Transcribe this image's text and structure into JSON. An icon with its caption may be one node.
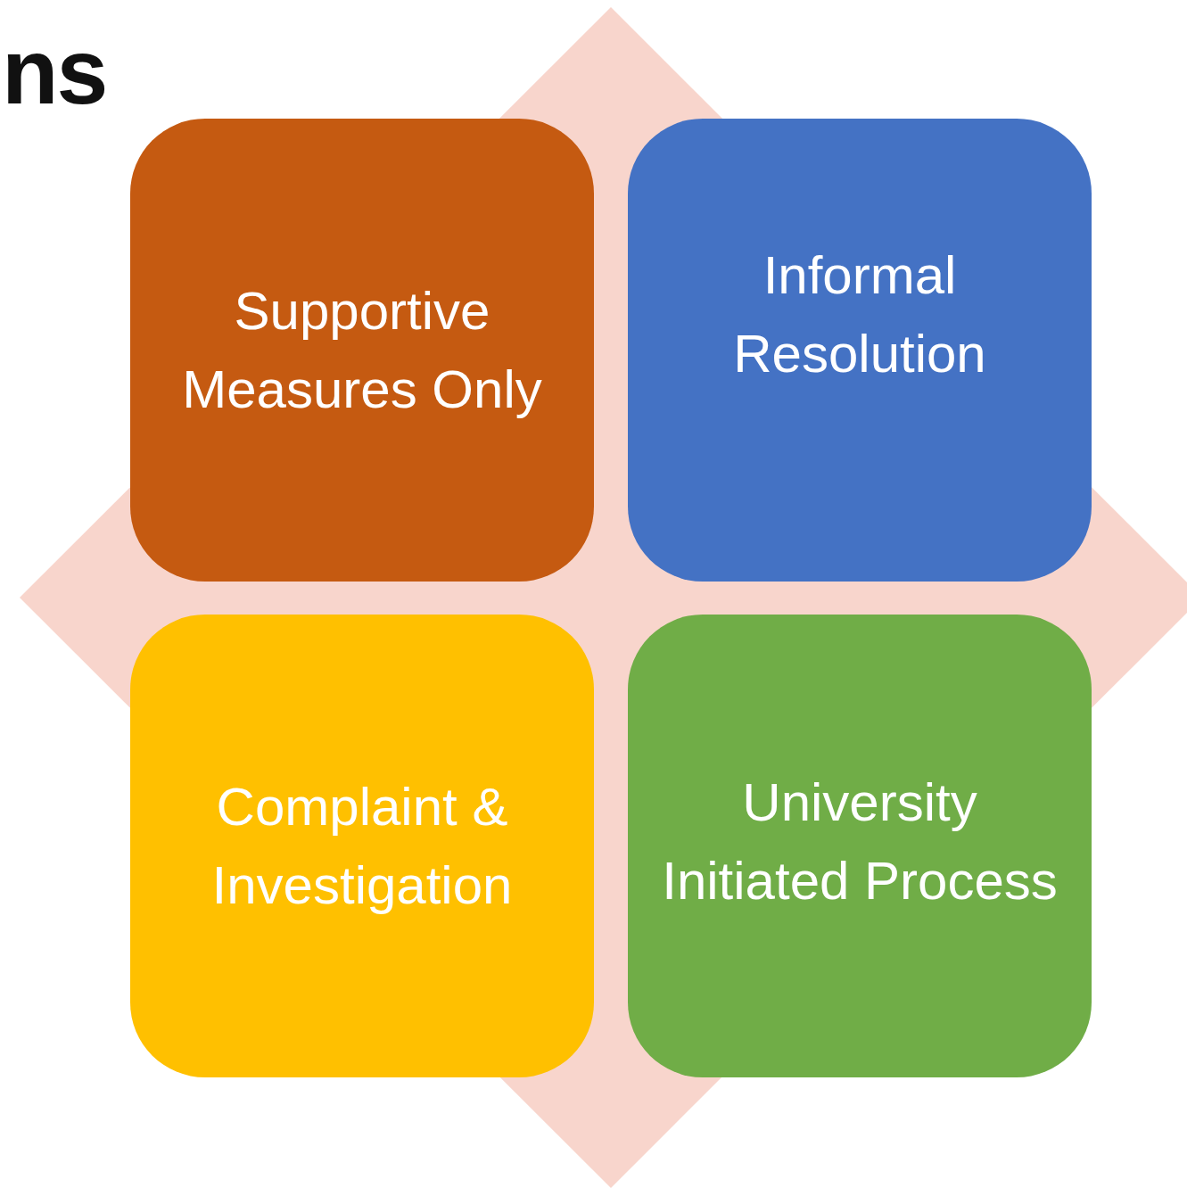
{
  "diagram": {
    "nodes": [
      {
        "text": [
          "Supportive Measures Only"
        ]
      },
      {
        "text": [
          "Informal Resolution"
        ]
      },
      {
        "text": [
          "Complaint & Investigation"
        ]
      },
      {
        "text": [
          "University Initiated Process"
        ]
      }
    ],
    "labels": [
      "ns"
    ]
  }
}
